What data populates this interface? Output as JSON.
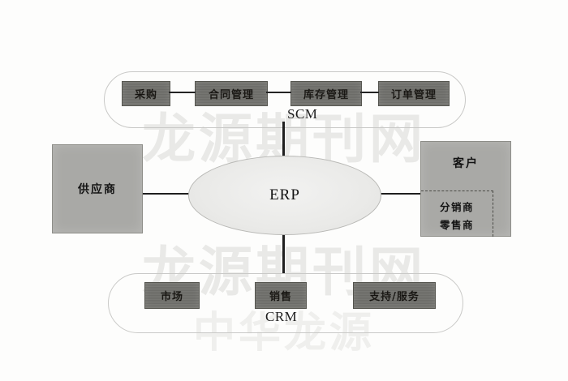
{
  "diagram": {
    "title": "ERP SCM CRM architecture diagram",
    "erp": {
      "label": "ERP"
    },
    "scm": {
      "label": "SCM",
      "modules": [
        {
          "label": "采购"
        },
        {
          "label": "合同管理"
        },
        {
          "label": "库存管理"
        },
        {
          "label": "订单管理"
        }
      ]
    },
    "crm": {
      "label": "CRM",
      "modules": [
        {
          "label": "市场"
        },
        {
          "label": "销售"
        },
        {
          "label": "支持/服务"
        }
      ]
    },
    "supplier": {
      "label": "供应商"
    },
    "customer": {
      "label": "客户",
      "sub": [
        {
          "label": "分销商"
        },
        {
          "label": "零售商"
        }
      ]
    },
    "watermark": {
      "row1": "龙源期刊网",
      "row2": "龙源期刊网",
      "row3": "中华龙源"
    },
    "colors": {
      "module_box": "#6f6f6b",
      "entity_box": "#a9a9a6",
      "erp_fill": "#ebebe9",
      "capsule_stroke": "#c9c9c7",
      "line": "#1f1f1f",
      "background": "#fdfdfc"
    }
  }
}
